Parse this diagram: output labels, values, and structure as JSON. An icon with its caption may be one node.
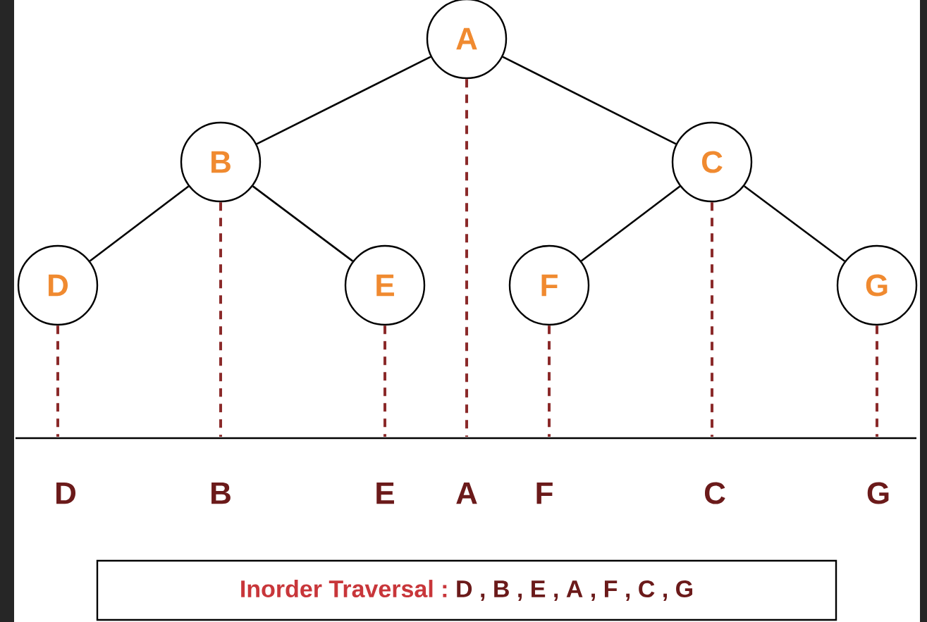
{
  "diagram": {
    "nodes": [
      {
        "text": [
          "A"
        ]
      },
      {
        "text": [
          "B"
        ]
      },
      {
        "text": [
          "C"
        ]
      },
      {
        "text": [
          "D"
        ]
      },
      {
        "text": [
          "E"
        ]
      },
      {
        "text": [
          "F"
        ]
      },
      {
        "text": [
          "G"
        ]
      },
      {
        "text": [
          "Inorder Traversal :",
          "D , B , E , A , F , C , G"
        ]
      }
    ],
    "edges": [
      {
        "from": 0,
        "to": 1,
        "arrow": "none",
        "color": "#000000"
      },
      {
        "from": 0,
        "to": 2,
        "arrow": "none",
        "color": "#000000"
      },
      {
        "from": 1,
        "to": 3,
        "arrow": "none",
        "color": "#000000"
      },
      {
        "from": 1,
        "to": 4,
        "arrow": "none",
        "color": "#000000"
      },
      {
        "from": 2,
        "to": 5,
        "arrow": "none",
        "color": "#000000"
      },
      {
        "from": 2,
        "to": 6,
        "arrow": "none",
        "color": "#000000"
      },
      {
        "from": 3,
        "to": null,
        "arrow": "none",
        "style": "dashed",
        "color": "#8b2a2a"
      },
      {
        "from": 1,
        "to": null,
        "arrow": "none",
        "style": "dashed",
        "color": "#8b2a2a"
      },
      {
        "from": 4,
        "to": null,
        "arrow": "none",
        "style": "dashed",
        "color": "#8b2a2a"
      },
      {
        "from": 0,
        "to": null,
        "arrow": "none",
        "style": "dashed",
        "color": "#8b2a2a"
      },
      {
        "from": 5,
        "to": null,
        "arrow": "none",
        "style": "dashed",
        "color": "#8b2a2a"
      },
      {
        "from": 2,
        "to": null,
        "arrow": "none",
        "style": "dashed",
        "color": "#8b2a2a"
      },
      {
        "from": 6,
        "to": null,
        "arrow": "none",
        "style": "dashed",
        "color": "#8b2a2a"
      }
    ],
    "labels": [
      "D",
      "B",
      "E",
      "A",
      "F",
      "C",
      "G"
    ]
  }
}
